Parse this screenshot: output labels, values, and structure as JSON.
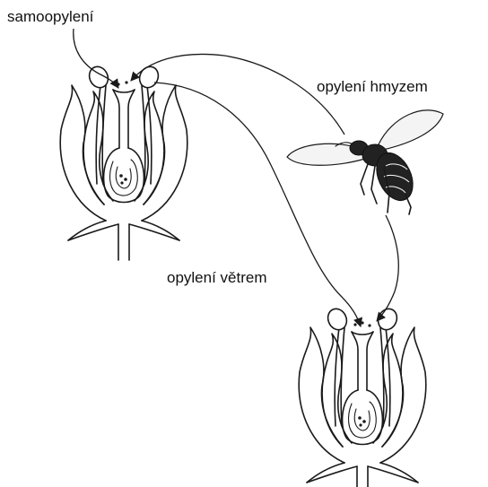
{
  "labels": {
    "self_pollination": "samoopylení",
    "insect_pollination": "opylení hmyzem",
    "wind_pollination": "opylení větrem"
  },
  "colors": {
    "ink": "#1a1a1a",
    "background": "#ffffff"
  },
  "figures": {
    "flower_top": "flower-icon",
    "flower_bottom": "flower-icon",
    "insect": "bee-icon"
  }
}
